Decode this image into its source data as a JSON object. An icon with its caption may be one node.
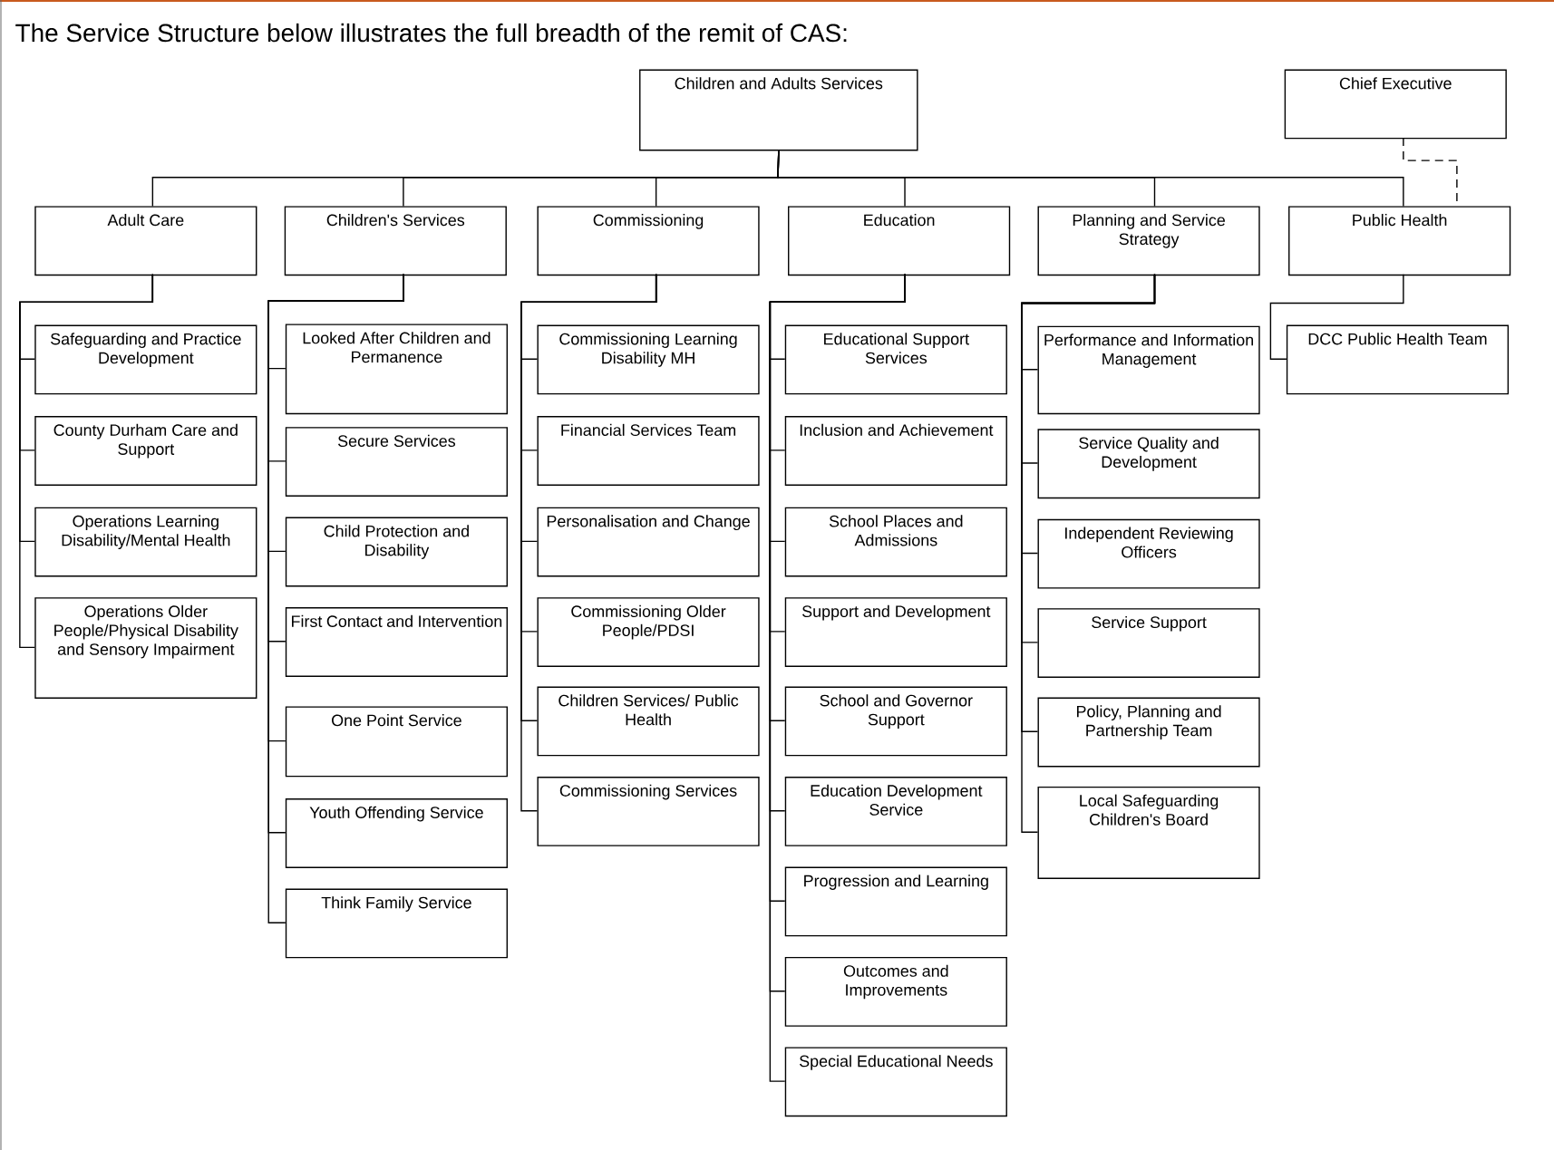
{
  "diagram": {
    "title": "The Service Structure below illustrates the full breadth of the remit of CAS:",
    "nodes": [
      {
        "text": [
          "Children and Adults Services"
        ]
      },
      {
        "text": [
          "Chief Executive"
        ]
      },
      {
        "text": [
          "Adult Care"
        ]
      },
      {
        "text": [
          "Children's Services"
        ]
      },
      {
        "text": [
          "Commissioning"
        ]
      },
      {
        "text": [
          "Education"
        ]
      },
      {
        "text": [
          "Planning and Service Strategy"
        ]
      },
      {
        "text": [
          "Public Health"
        ]
      },
      {
        "text": [
          "Safeguarding and Practice Development"
        ]
      },
      {
        "text": [
          "County Durham Care and Support"
        ]
      },
      {
        "text": [
          "Operations Learning Disability/Mental Health"
        ]
      },
      {
        "text": [
          "Operations Older People/Physical Disability and Sensory Impairment"
        ]
      },
      {
        "text": [
          "Looked After Children and Permanence"
        ]
      },
      {
        "text": [
          "Secure Services"
        ]
      },
      {
        "text": [
          "Child Protection and Disability"
        ]
      },
      {
        "text": [
          "First Contact and Intervention"
        ]
      },
      {
        "text": [
          "One Point Service"
        ]
      },
      {
        "text": [
          "Youth Offending Service"
        ]
      },
      {
        "text": [
          "Think Family Service"
        ]
      },
      {
        "text": [
          "Commissioning Learning Disability MH"
        ]
      },
      {
        "text": [
          "Financial Services Team"
        ]
      },
      {
        "text": [
          "Personalisation and Change"
        ]
      },
      {
        "text": [
          "Commissioning Older People/PDSI"
        ]
      },
      {
        "text": [
          "Children Services/ Public Health"
        ]
      },
      {
        "text": [
          "Commissioning Services"
        ]
      },
      {
        "text": [
          "Educational Support Services"
        ]
      },
      {
        "text": [
          "Inclusion and Achievement"
        ]
      },
      {
        "text": [
          "School Places and Admissions"
        ]
      },
      {
        "text": [
          "Support and Development"
        ]
      },
      {
        "text": [
          "School and Governor Support"
        ]
      },
      {
        "text": [
          "Education Development Service"
        ]
      },
      {
        "text": [
          "Progression and Learning"
        ]
      },
      {
        "text": [
          "Outcomes and Improvements"
        ]
      },
      {
        "text": [
          "Special Educational Needs"
        ]
      },
      {
        "text": [
          "Performance and Information Management"
        ]
      },
      {
        "text": [
          "Service Quality and Development"
        ]
      },
      {
        "text": [
          "Independent Reviewing Officers"
        ]
      },
      {
        "text": [
          "Service Support"
        ]
      },
      {
        "text": [
          "Policy, Planning and Partnership Team"
        ]
      },
      {
        "text": [
          "Local Safeguarding Children's Board"
        ]
      },
      {
        "text": [
          "DCC Public Health Team"
        ]
      }
    ],
    "edges": [
      {
        "from": 0,
        "to": 2,
        "arrow": "none"
      },
      {
        "from": 0,
        "to": 3,
        "arrow": "none"
      },
      {
        "from": 0,
        "to": 4,
        "arrow": "none"
      },
      {
        "from": 0,
        "to": 5,
        "arrow": "none"
      },
      {
        "from": 0,
        "to": 6,
        "arrow": "none"
      },
      {
        "from": 0,
        "to": 7,
        "arrow": "none"
      },
      {
        "from": 1,
        "to": 7,
        "arrow": "none",
        "style": "dashed"
      },
      {
        "from": 2,
        "to": 8,
        "arrow": "none"
      },
      {
        "from": 2,
        "to": 9,
        "arrow": "none"
      },
      {
        "from": 2,
        "to": 10,
        "arrow": "none"
      },
      {
        "from": 2,
        "to": 11,
        "arrow": "none"
      },
      {
        "from": 3,
        "to": 12,
        "arrow": "none"
      },
      {
        "from": 3,
        "to": 13,
        "arrow": "none"
      },
      {
        "from": 3,
        "to": 14,
        "arrow": "none"
      },
      {
        "from": 3,
        "to": 15,
        "arrow": "none"
      },
      {
        "from": 3,
        "to": 16,
        "arrow": "none"
      },
      {
        "from": 3,
        "to": 17,
        "arrow": "none"
      },
      {
        "from": 3,
        "to": 18,
        "arrow": "none"
      },
      {
        "from": 4,
        "to": 19,
        "arrow": "none"
      },
      {
        "from": 4,
        "to": 20,
        "arrow": "none"
      },
      {
        "from": 4,
        "to": 21,
        "arrow": "none"
      },
      {
        "from": 4,
        "to": 22,
        "arrow": "none"
      },
      {
        "from": 4,
        "to": 23,
        "arrow": "none"
      },
      {
        "from": 4,
        "to": 24,
        "arrow": "none"
      },
      {
        "from": 5,
        "to": 25,
        "arrow": "none"
      },
      {
        "from": 5,
        "to": 26,
        "arrow": "none"
      },
      {
        "from": 5,
        "to": 27,
        "arrow": "none"
      },
      {
        "from": 5,
        "to": 28,
        "arrow": "none"
      },
      {
        "from": 5,
        "to": 29,
        "arrow": "none"
      },
      {
        "from": 5,
        "to": 30,
        "arrow": "none"
      },
      {
        "from": 5,
        "to": 31,
        "arrow": "none"
      },
      {
        "from": 5,
        "to": 32,
        "arrow": "none"
      },
      {
        "from": 5,
        "to": 33,
        "arrow": "none"
      },
      {
        "from": 6,
        "to": 34,
        "arrow": "none"
      },
      {
        "from": 6,
        "to": 35,
        "arrow": "none"
      },
      {
        "from": 6,
        "to": 36,
        "arrow": "none"
      },
      {
        "from": 6,
        "to": 37,
        "arrow": "none"
      },
      {
        "from": 6,
        "to": 38,
        "arrow": "none"
      },
      {
        "from": 6,
        "to": 39,
        "arrow": "none"
      },
      {
        "from": 7,
        "to": 40,
        "arrow": "none"
      }
    ]
  }
}
